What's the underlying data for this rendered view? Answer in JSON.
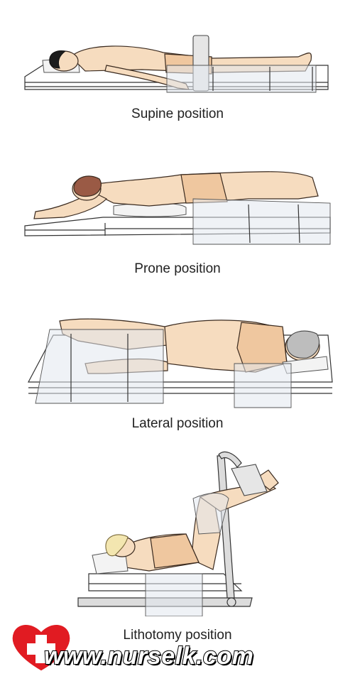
{
  "positions": [
    {
      "caption": "Supine position"
    },
    {
      "caption": "Prone position"
    },
    {
      "caption": "Lateral position"
    },
    {
      "caption": "Lithotomy position"
    }
  ],
  "watermark": {
    "text": "www.nurselk.com",
    "brand_color": "#e11b22"
  },
  "icons": [
    "medical-cross-heart-icon"
  ]
}
